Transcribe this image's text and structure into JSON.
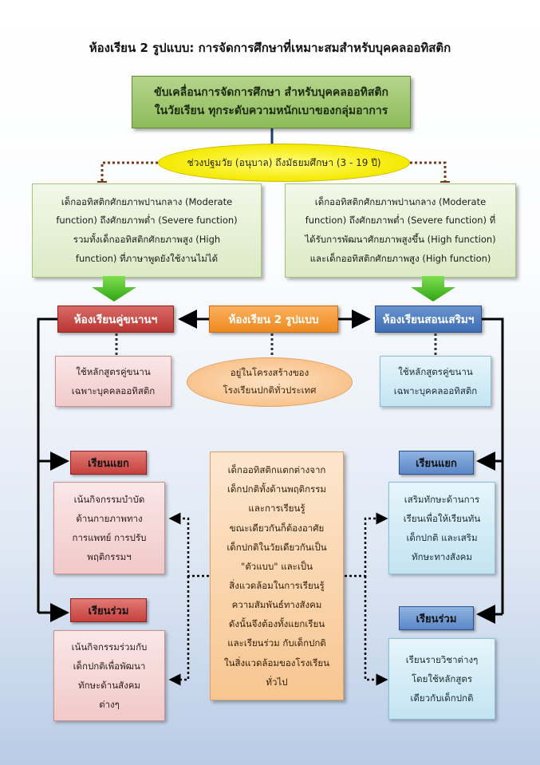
{
  "title": "ห้องเรียน 2 รูปแบบ: การจัดการศึกษาที่เหมาะสมสำหรับบุคคลออทิสติก",
  "top_box": {
    "line1": "ขับเคลื่อนการจัดการศึกษา สำหรับบุคคลออทิสติก",
    "line2": "ในวัยเรียน ทุกระดับความหนักเบาของกลุ่มอาการ"
  },
  "age_ellipse": "ช่วงปฐมวัย (อนุบาล) ถึงมัธยมศึกษา (3 - 19 ปี)",
  "left_group": {
    "lines": [
      "เด็กออทิสติกศักยภาพปานกลาง (Moderate",
      "function) ถึงศักยภาพต่ำ (Severe function)",
      "รวมทั้งเด็กออทิสติกศักยภาพสูง (High",
      "function) ที่ภาษาพูดยังใช้งานไม่ได้"
    ]
  },
  "right_group": {
    "lines": [
      "เด็กออทิสติกศักยภาพปานกลาง (Moderate",
      "function) ถึงศักยภาพต่ำ (Severe function) ที่",
      "ได้รับการพัฒนาศักยภาพสูงขึ้น (High function)",
      "และเด็กออทิสติกศักยภาพสูง (High function)"
    ]
  },
  "headers": {
    "left": "ห้องเรียนคู่ขนานฯ",
    "center": "ห้องเรียน 2 รูปแบบ",
    "right": "ห้องเรียนสอนเสริมฯ"
  },
  "left_sub": {
    "line1": "ใช้หลักสูตรคู่ขนาน",
    "line2": "เฉพาะบุคคลออทิสติก"
  },
  "center_ellipse": {
    "line1": "อยู่ในโครงสร้างของ",
    "line2": "โรงเรียนปกติทั่วประเทศ"
  },
  "right_sub": {
    "line1": "ใช้หลักสูตรคู่ขนาน",
    "line2": "เฉพาะบุคคลออทิสติก"
  },
  "left_separate": {
    "tab": "เรียนแยก",
    "lines": [
      "เน้นกิจกรรมบำบัด",
      "ด้านกายภาพทาง",
      "การแพทย์ การปรับ",
      "พฤติกรรมฯ"
    ]
  },
  "left_inclusive": {
    "tab": "เรียนร่วม",
    "lines": [
      "เน้นกิจกรรมร่วมกับ",
      "เด็กปกติเพื่อพัฒนา",
      "ทักษะด้านสังคม",
      "ต่างๆ"
    ]
  },
  "right_separate": {
    "tab": "เรียนแยก",
    "lines": [
      "เสริมทักษะด้านการ",
      "เรียนเพื่อให้เรียนทัน",
      "เด็กปกติ และเสริม",
      "ทักษะทางสังคม"
    ]
  },
  "right_inclusive": {
    "tab": "เรียนร่วม",
    "lines": [
      "เรียนรายวิชาต่างๆ",
      "โดยใช้หลักสูตร",
      "เดียวกับเด็กปกติ"
    ]
  },
  "center_panel": {
    "lines": [
      "เด็กออทิสติกแตกต่างจาก",
      "เด็กปกติทั้งด้านพฤติกรรม",
      "และการเรียนรู้",
      "ขณะเดียวกันก็ต้องอาศัย",
      "เด็กปกติในวัยเดียวกันเป็น",
      "\"ตัวแบบ\" และเป็น",
      "สิ่งแวดล้อมในการเรียนรู้",
      "ความสัมพันธ์ทางสังคม",
      "ดังนั้นจึงต้องทั้งแยกเรียน",
      "และเรียนร่วม กับเด็กปกติ",
      "ในสิ่งแวดล้อมของโรงเรียน",
      "ทั่วไป"
    ]
  },
  "colors": {
    "green": "#8dbb5a",
    "yellow": "#f5ea00",
    "red": "#b93633",
    "orange": "#ef8a1f",
    "blue": "#3f6db4",
    "arrow_green": "#4fbf2a"
  }
}
